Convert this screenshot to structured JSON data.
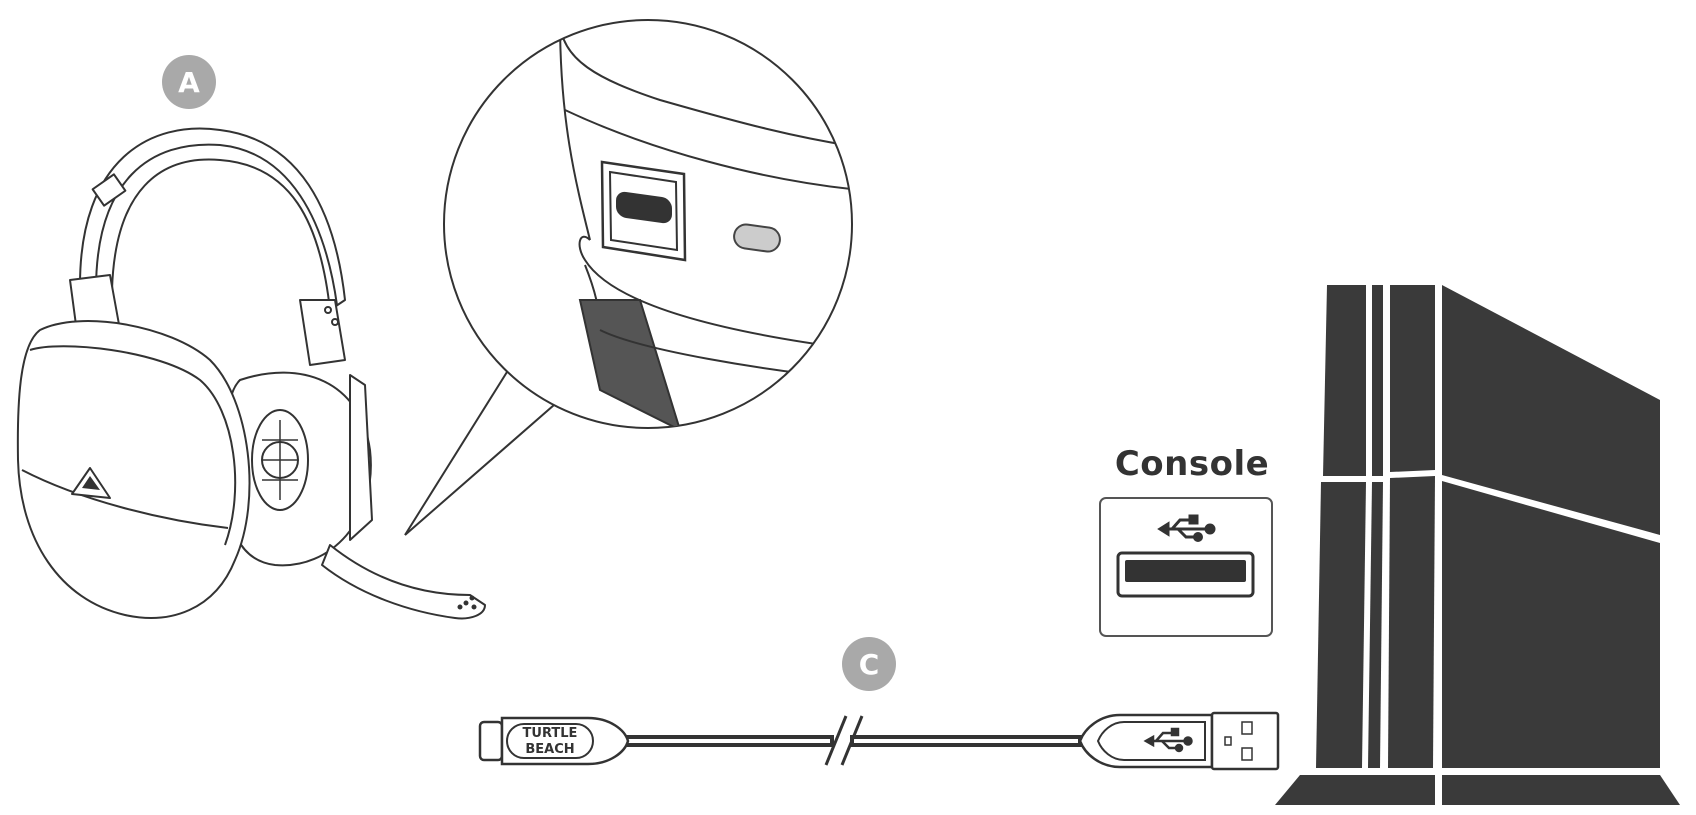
{
  "labels": {
    "headset_badge": "A",
    "cable_badge": "C",
    "console": "Console",
    "plug_brand_line1": "TURTLE",
    "plug_brand_line2": "BEACH"
  },
  "icons": {
    "usb_port_panel": "usb-icon",
    "usb_plug": "usb-icon",
    "headset_logo": "turtle-beach-logo-icon"
  },
  "colors": {
    "badge": "#a9a9a9",
    "console_body": "#3a3a3a",
    "line_art": "#333333"
  }
}
